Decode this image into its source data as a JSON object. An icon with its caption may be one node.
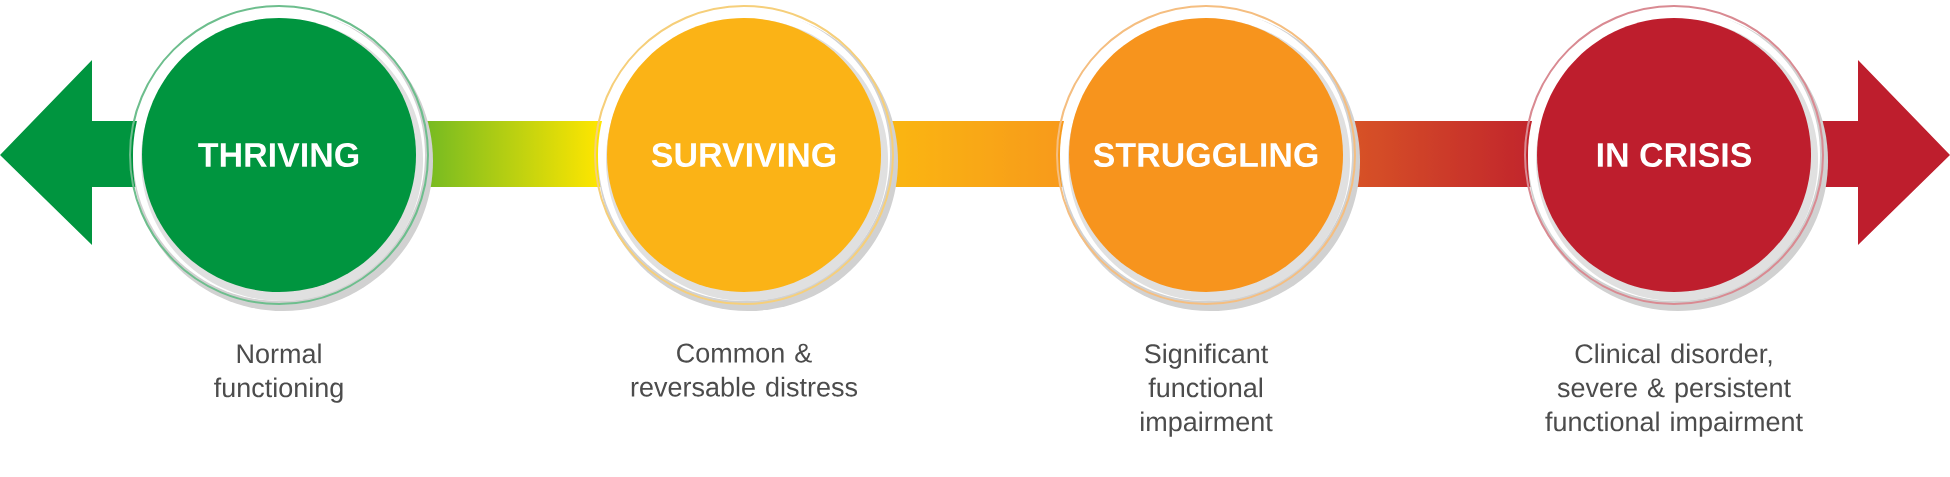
{
  "diagram": {
    "nodes": [
      {
        "text": [
          "THRIVING"
        ],
        "beside": [
          "Normal functioning"
        ]
      },
      {
        "text": [
          "SURVIVING"
        ],
        "beside": [
          "Common & reversable distress"
        ]
      },
      {
        "text": [
          "STRUGGLING"
        ],
        "beside": [
          "Significant functional impairment"
        ]
      },
      {
        "text": [
          "IN CRISIS"
        ],
        "beside": [
          "Clinical disorder, severe & persistent functional impairment"
        ]
      }
    ]
  }
}
